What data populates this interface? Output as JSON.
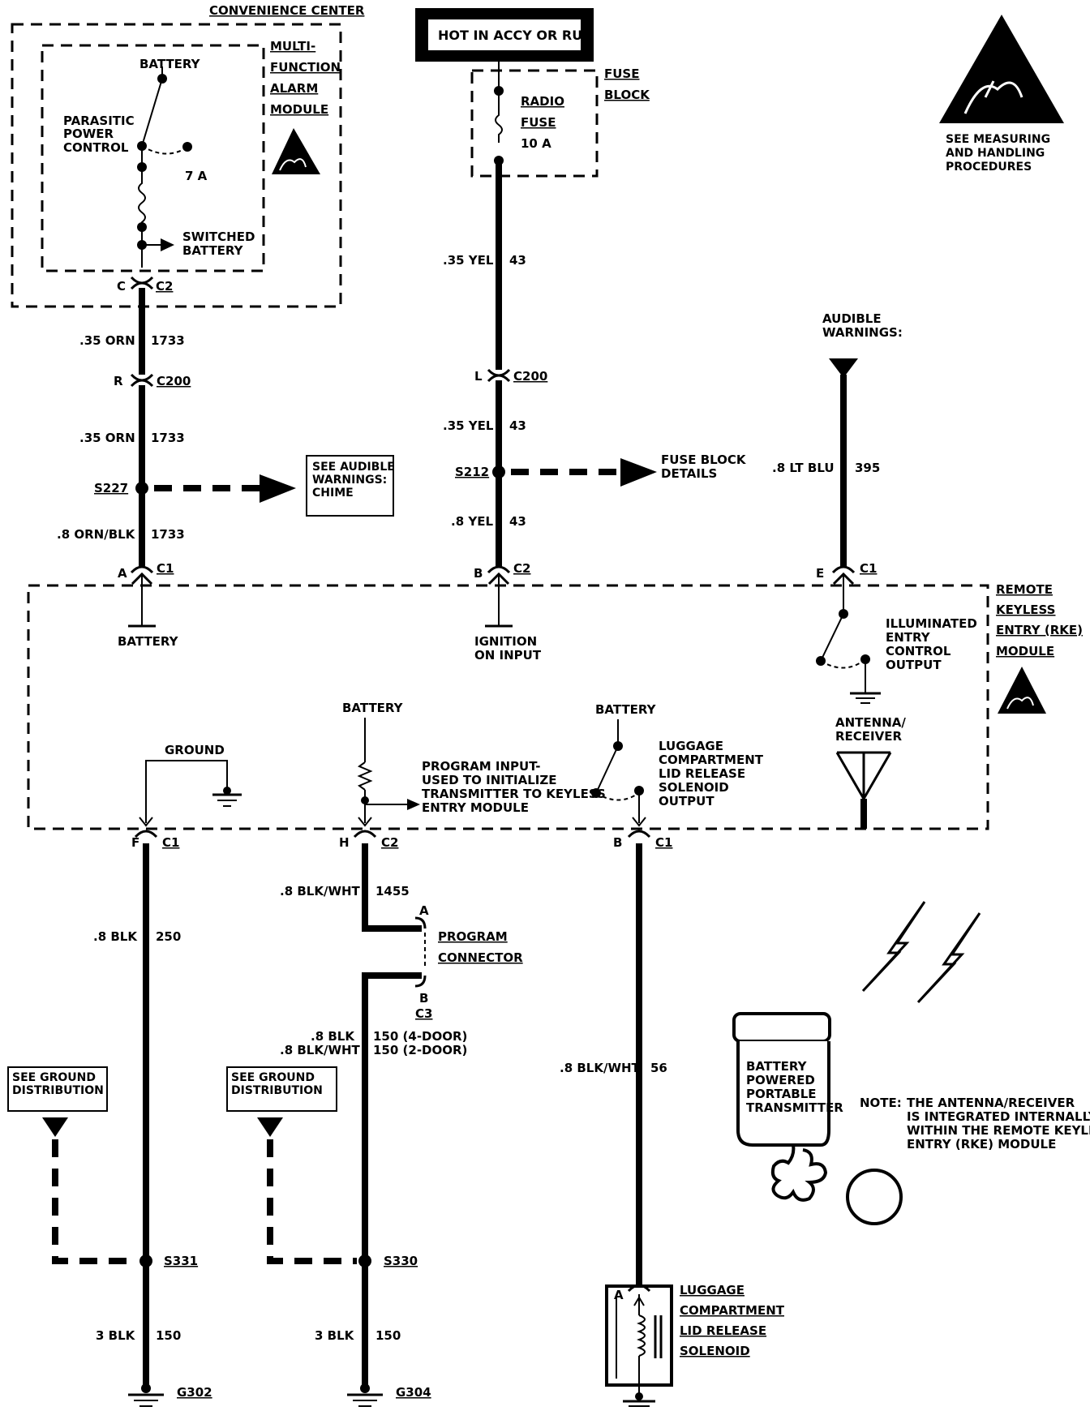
{
  "hot_label": "HOT IN ACCY OR RUN",
  "convenience_center": {
    "title": "CONVENIENCE CENTER",
    "module_lines": [
      "MULTI-",
      "FUNCTION",
      "ALARM",
      "MODULE"
    ],
    "battery": "BATTERY",
    "parasitic": [
      "PARASITIC",
      "POWER",
      "CONTROL"
    ],
    "amps": "7 A",
    "switched": [
      "SWITCHED",
      "BATTERY"
    ],
    "pin": "C",
    "connector": "C2"
  },
  "fuse_block": {
    "title_lines": [
      "FUSE",
      "BLOCK"
    ],
    "fuse_lines": [
      "RADIO",
      "FUSE",
      "10 A"
    ]
  },
  "esd": {
    "lines": [
      "SEE MEASURING",
      "AND HANDLING",
      "PROCEDURES"
    ]
  },
  "wires": {
    "w1": {
      "size": ".35 ORN",
      "circuit": "1733"
    },
    "w2": {
      "size": ".35 ORN",
      "circuit": "1733"
    },
    "w3": {
      "size": ".8 ORN/BLK",
      "circuit": "1733"
    },
    "w4": {
      "size": ".35 YEL",
      "circuit": "43"
    },
    "w5": {
      "size": ".35 YEL",
      "circuit": "43"
    },
    "w6": {
      "size": ".8 YEL",
      "circuit": "43"
    },
    "w7": {
      "size": ".8 LT BLU",
      "circuit": "395"
    },
    "w8": {
      "size": ".8 BLK",
      "circuit": "250"
    },
    "w9": {
      "size": ".8 BLK/WHT",
      "circuit": "1455"
    },
    "w10a": {
      "size": ".8 BLK",
      "circuit": "150 (4-DOOR)"
    },
    "w10b": {
      "size": ".8 BLK/WHT",
      "circuit": "150 (2-DOOR)"
    },
    "w11": {
      "size": ".8 BLK/WHT",
      "circuit": "56"
    },
    "w12": {
      "size": "3 BLK",
      "circuit": "150"
    },
    "w13": {
      "size": "3 BLK",
      "circuit": "150"
    }
  },
  "connectors": {
    "c200_r": {
      "pin": "R",
      "name": "C200"
    },
    "c200_l": {
      "pin": "L",
      "name": "C200"
    },
    "a_c1": {
      "pin": "A",
      "name": "C1"
    },
    "b_c2": {
      "pin": "B",
      "name": "C2"
    },
    "e_c1": {
      "pin": "E",
      "name": "C1"
    },
    "f_c1": {
      "pin": "F",
      "name": "C1"
    },
    "h_c2": {
      "pin": "H",
      "name": "C2"
    },
    "b_c1": {
      "pin": "B",
      "name": "C1"
    },
    "prog_a": "A",
    "prog_b": "B",
    "prog_c3": "C3",
    "sol_a": "A"
  },
  "splices": {
    "s227": "S227",
    "s212": "S212",
    "s331": "S331",
    "s330": "S330"
  },
  "grounds": {
    "g302": "G302",
    "g304": "G304"
  },
  "refs": {
    "audible_chime": [
      "SEE AUDIBLE",
      "WARNINGS:",
      "CHIME"
    ],
    "fuse_details": [
      "FUSE BLOCK",
      "DETAILS"
    ],
    "audible_warnings": [
      "AUDIBLE",
      "WARNINGS:"
    ],
    "ground_dist": [
      "SEE GROUND",
      "DISTRIBUTION"
    ]
  },
  "rke": {
    "title_lines": [
      "REMOTE",
      "KEYLESS",
      "ENTRY (RKE)",
      "MODULE"
    ],
    "battery_in": "BATTERY",
    "ignition_in": [
      "IGNITION",
      "ON INPUT"
    ],
    "illuminated": [
      "ILLUMINATED",
      "ENTRY",
      "CONTROL",
      "OUTPUT"
    ],
    "antenna": [
      "ANTENNA/",
      "RECEIVER"
    ],
    "ground": "GROUND",
    "battery_h": "BATTERY",
    "program_input": [
      "PROGRAM INPUT-",
      "USED TO INITIALIZE",
      "TRANSMITTER TO KEYLESS",
      "ENTRY MODULE"
    ],
    "battery_b": "BATTERY",
    "luggage_output": [
      "LUGGAGE",
      "COMPARTMENT",
      "LID RELEASE",
      "SOLENOID",
      "OUTPUT"
    ]
  },
  "program_connector": [
    "PROGRAM",
    "CONNECTOR"
  ],
  "solenoid": [
    "LUGGAGE",
    "COMPARTMENT",
    "LID RELEASE",
    "SOLENOID"
  ],
  "transmitter": [
    "BATTERY",
    "POWERED",
    "PORTABLE",
    "TRANSMITTER"
  ],
  "note": [
    "NOTE:",
    "THE ANTENNA/RECEIVER",
    "IS INTEGRATED INTERNALLY",
    "WITHIN THE REMOTE KEYLESS",
    "ENTRY (RKE) MODULE"
  ]
}
